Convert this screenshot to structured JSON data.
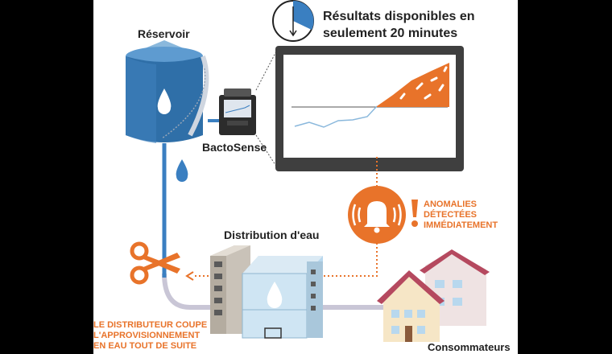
{
  "labels": {
    "reservoir": "Réservoir",
    "bactosense": "BactoSense",
    "headline_line1": "Résultats disponibles en",
    "headline_line2": "seulement 20 minutes",
    "alert_line1": "ANOMALIES",
    "alert_line2": "DÉTECTÉES",
    "alert_line3": "IMMÉDIATEMENT",
    "distribution": "Distribution d'eau",
    "consumers": "Consommateurs",
    "cut_line1": "LE DISTRIBUTEUR COUPE",
    "cut_line2": "L'APPROVISIONNEMENT",
    "cut_line3": "EN EAU TOUT DE SUITE"
  },
  "colors": {
    "orange": "#e8732a",
    "blue": "#3a7fc1",
    "tank_blue": "#2f6fa8",
    "monitor_frame": "#3f3f3f",
    "pipe": "#c9c6d6"
  },
  "icons": [
    "clock-icon",
    "water-drop-icon",
    "bell-icon",
    "exclamation-icon",
    "scissors-icon",
    "arrow-left-icon"
  ]
}
